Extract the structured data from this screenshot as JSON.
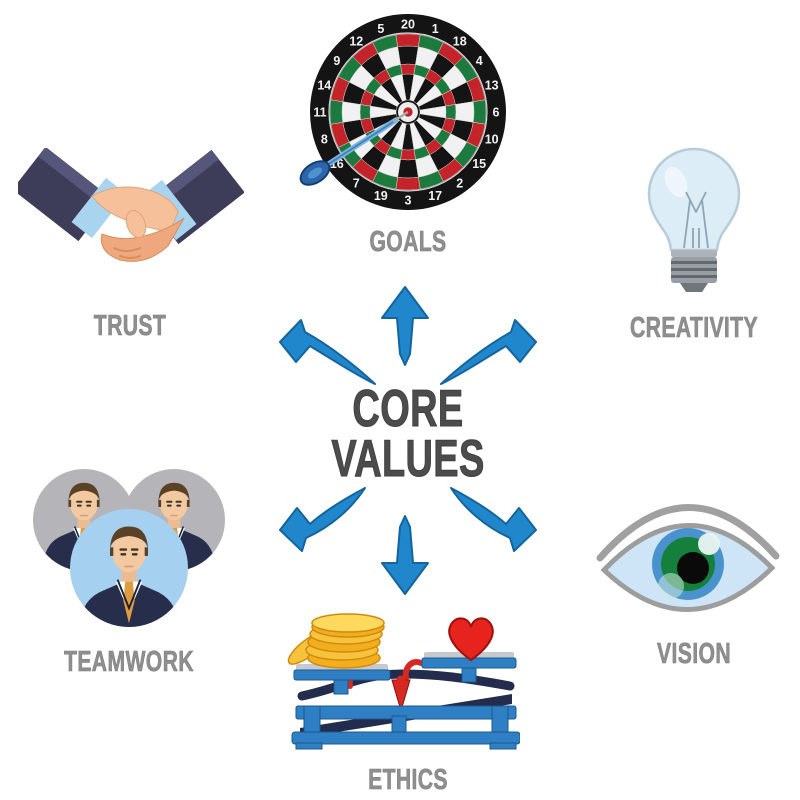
{
  "title": {
    "line1": "CORE",
    "line2": "VALUES"
  },
  "values": {
    "goals": {
      "label": "GOALS",
      "icon": "dartboard-icon"
    },
    "trust": {
      "label": "TRUST",
      "icon": "handshake-icon"
    },
    "creativity": {
      "label": "CREATIVITY",
      "icon": "lightbulb-icon"
    },
    "teamwork": {
      "label": "TEAMWORK",
      "icon": "team-avatars-icon"
    },
    "vision": {
      "label": "VISION",
      "icon": "eye-icon"
    },
    "ethics": {
      "label": "ETHICS",
      "icon": "balance-scale-icon"
    }
  },
  "dartboard": {
    "numbers": [
      20,
      1,
      18,
      4,
      13,
      6,
      10,
      15,
      2,
      17,
      3,
      19,
      7,
      16,
      8,
      11,
      14,
      9,
      12,
      5
    ]
  },
  "colors": {
    "arrow_blue": "#2187cc",
    "arrow_outline": "#14649e",
    "title_text": "#4c4c4c",
    "label_text": "#8f8f8f",
    "board_red": "#c4232a",
    "board_green": "#1d7a3e",
    "board_black": "#141414",
    "heart_red": "#e6231d",
    "coin_gold": "#f3ae1d",
    "scale_blue": "#2e7fc3",
    "scale_navy": "#242c4d",
    "suit_navy": "#262e4c",
    "tie_orange": "#dd9c42",
    "skin_light": "#f6c09a",
    "skin_dark": "#efa87d",
    "cuff_blue": "#a9d4f0",
    "sleeve_navy": "#3d3d5a",
    "bulb_fill": "#dcedf8",
    "eye_iris_blue": "#4a92cc",
    "eye_iris_green": "#15803c",
    "circle_gray": "#b5b5b9",
    "circle_blue": "#a6d0f0"
  }
}
